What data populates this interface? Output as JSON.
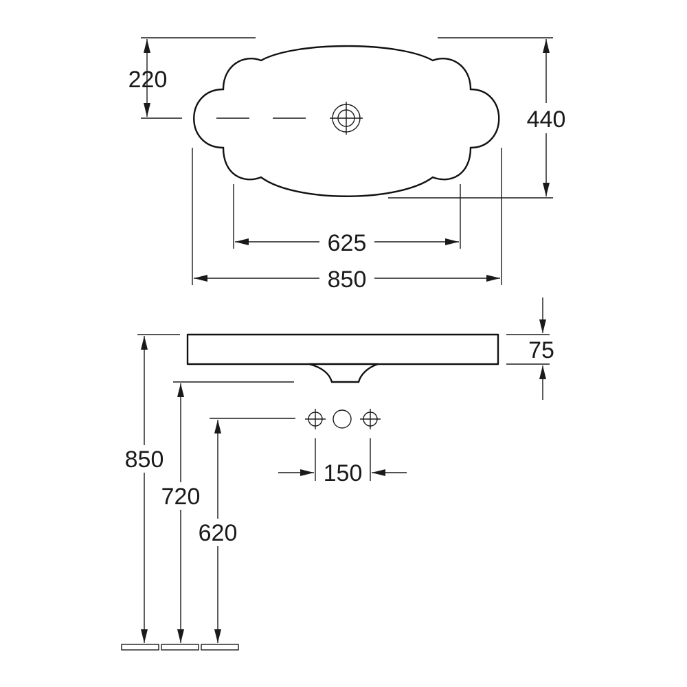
{
  "diagram": {
    "top_view": {
      "dim_half_depth": "220",
      "dim_depth": "440",
      "dim_bowl_width": "625",
      "dim_overall_width": "850"
    },
    "side_view": {
      "dim_thickness": "75",
      "dim_tap_spacing": "150",
      "dim_top_height": "850",
      "dim_drain_height": "720",
      "dim_tap_height": "620"
    },
    "colors": {
      "line": "#1a1a1a",
      "background": "#ffffff"
    }
  }
}
